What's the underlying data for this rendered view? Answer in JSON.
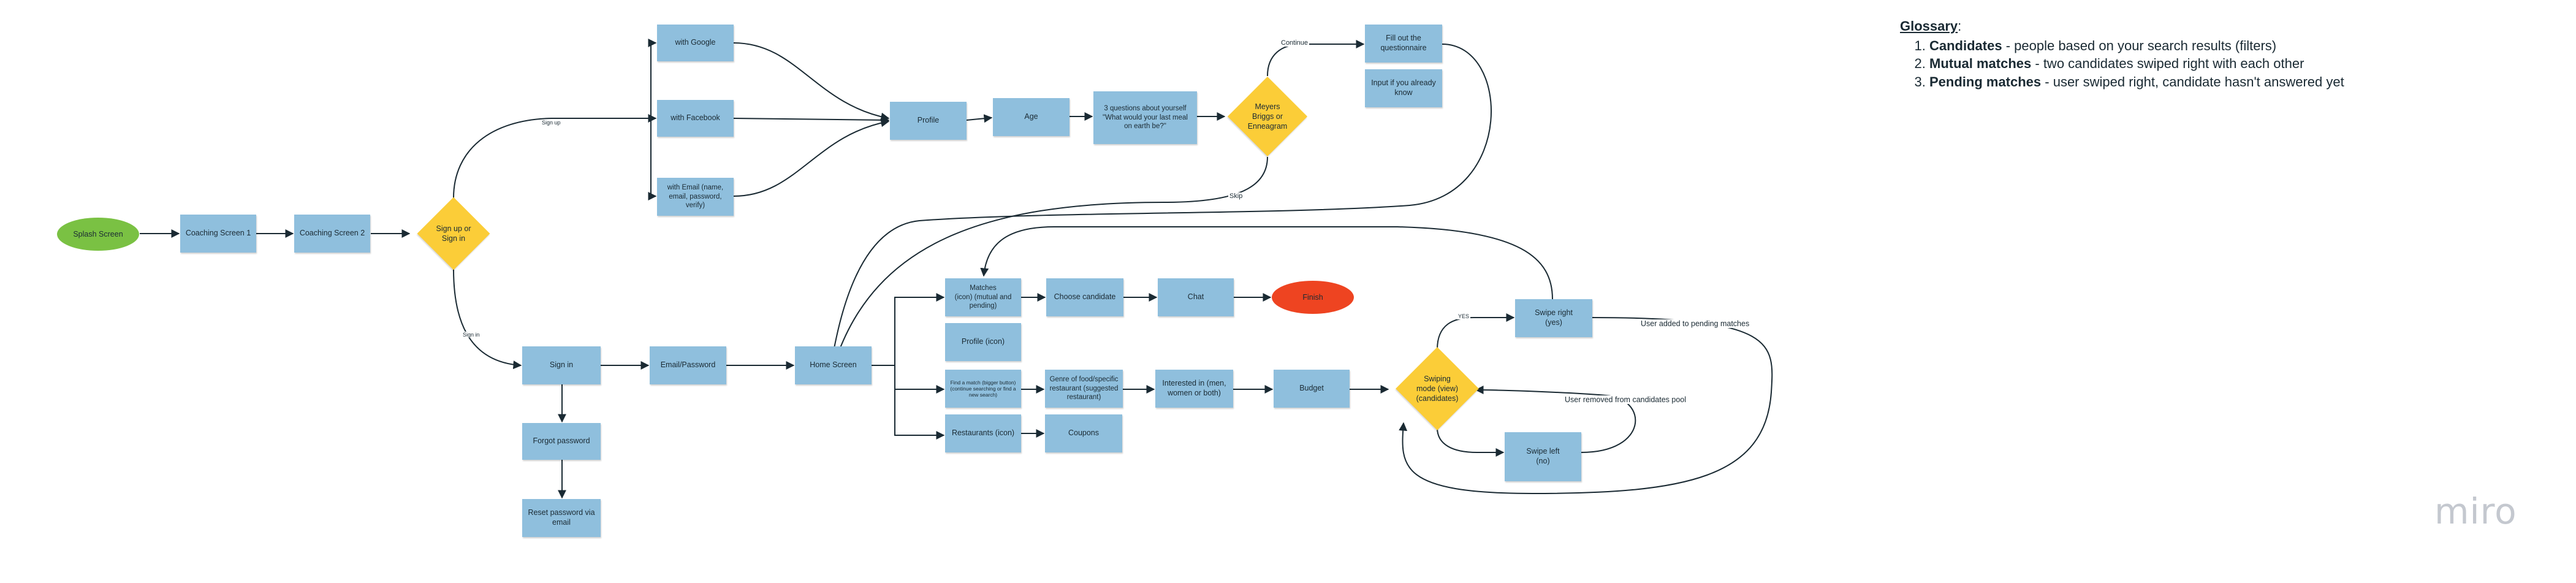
{
  "nodes": {
    "splash": "Splash Screen",
    "coach1": "Coaching Screen 1",
    "coach2": "Coaching Screen 2",
    "signup_or_signin": "Sign up or\nSign in",
    "with_google": "with Google",
    "with_facebook": "with Facebook",
    "with_email": "with Email (name,\nemail, password,\nverify)",
    "profile": "Profile",
    "age": "Age",
    "three_questions": "3 questions about yourself\n\"What would your last meal\non earth be?\"",
    "meyers": "Meyers\nBriggs or\nEnneagram",
    "fill_questionnaire": "Fill out the\nquestionnaire",
    "input_if_know": "Input if you already\nknow",
    "sign_in": "Sign in",
    "email_password": "Email/Password",
    "home_screen": "Home Screen",
    "forgot_password": "Forgot password",
    "reset_password": "Reset password via\nemail",
    "matches_icon": "Matches\n(icon) (mutual and\npending)",
    "choose_candidate": "Choose candidate",
    "chat": "Chat",
    "finish": "Finish",
    "profile_icon": "Profile (icon)",
    "find_match": "Find a match (bigger button)\n(continue searching or find a\nnew search)",
    "genre_food": "Genre of food/specific\nrestaurant (suggested\nrestaurant)",
    "interested_in": "Interested in (men,\nwomen or both)",
    "budget": "Budget",
    "swiping_mode": "Swiping\nmode (view)\n(candidates)",
    "swipe_right": "Swipe right\n(yes)",
    "swipe_left": "Swipe left\n(no)",
    "restaurants_icon": "Restaurants (icon)",
    "coupons": "Coupons"
  },
  "edge_labels": {
    "sign_up": "Sign up",
    "sign_in": "Sign in",
    "continue": "Continue",
    "skip": "Skip",
    "yes": "YES",
    "user_added": "User added to pending matches",
    "user_removed": "User removed from candidates pool"
  },
  "glossary": {
    "title": "Glossary",
    "colon": ":",
    "items": [
      {
        "term": "Candidates",
        "desc": " - people based on your search results (filters)"
      },
      {
        "term": "Mutual matches",
        "desc": " - two candidates swiped right with each other"
      },
      {
        "term": "Pending matches",
        "desc": " - user swiped right, candidate hasn't answered yet"
      }
    ]
  },
  "logo": "miro",
  "colors": {
    "process_box": "#8fbfdd",
    "decision": "#fbcd38",
    "start": "#7ac143",
    "end": "#ee4421",
    "connector": "#1a2a33"
  }
}
